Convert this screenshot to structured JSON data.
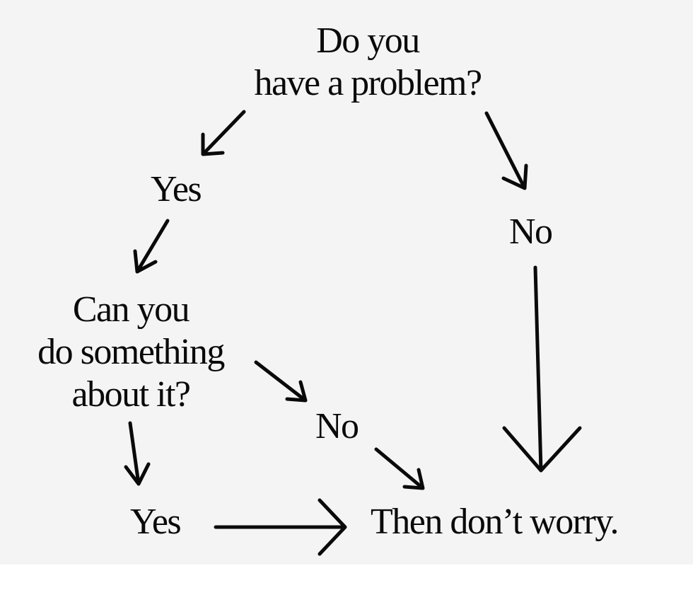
{
  "question1": {
    "line1": "Do you",
    "line2": "have a problem?"
  },
  "answer_yes_1": "Yes",
  "answer_no_1": "No",
  "question2": {
    "line1": "Can you",
    "line2": "do something",
    "line3": "about it?"
  },
  "answer_no_2": "No",
  "answer_yes_2": "Yes",
  "conclusion": "Then don’t worry."
}
